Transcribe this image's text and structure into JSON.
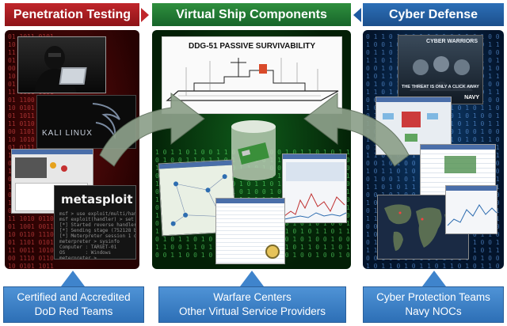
{
  "headers": {
    "left": "Penetration Testing",
    "middle": "Virtual Ship Components",
    "right": "Cyber Defense"
  },
  "left_panel": {
    "kali_label": "KALI LINUX",
    "metasploit_label": "metasploit"
  },
  "middle_panel": {
    "ship_title": "DDG-51 PASSIVE SURVIVABILITY"
  },
  "right_panel": {
    "poster_title": "CYBER WARRIORS",
    "poster_subtitle": "THE THREAT IS ONLY A CLICK AWAY",
    "poster_brand": "NAVY"
  },
  "bottom_boxes": {
    "left": [
      "Certified and Accredited",
      "DoD Red Teams"
    ],
    "middle": [
      "Warfare Centers",
      "Other Virtual Service Providers"
    ],
    "right": [
      "Cyber Protection Teams",
      "Navy NOCs"
    ]
  },
  "colors": {
    "red_header": "#c0262b",
    "green_header": "#2f8f3e",
    "blue_header": "#2c6fb7",
    "bottom_box": "#3f84cc",
    "flow_arrow": "#8da08a"
  }
}
